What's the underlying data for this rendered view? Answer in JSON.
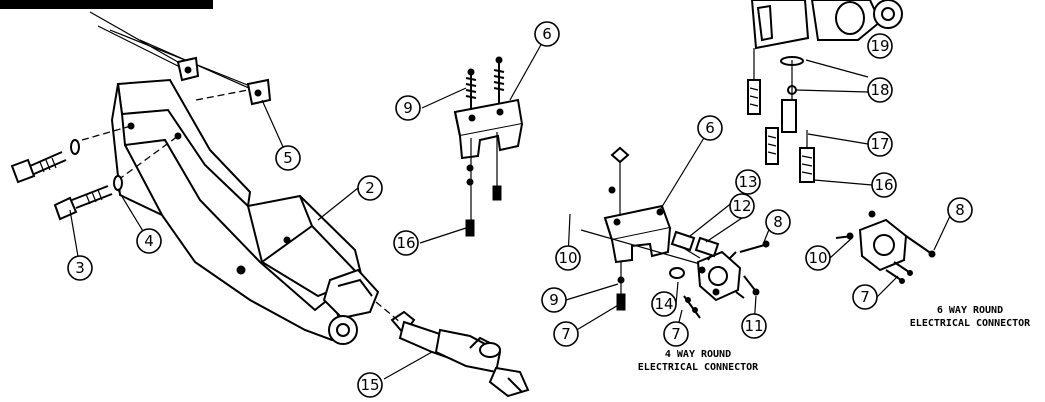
{
  "callouts": {
    "c2": "2",
    "c3": "3",
    "c4": "4",
    "c5": "5",
    "c6a": "6",
    "c6b": "6",
    "c7a": "7",
    "c7b": "7",
    "c7c": "7",
    "c8a": "8",
    "c8b": "8",
    "c9a": "9",
    "c9b": "9",
    "c10a": "10",
    "c10b": "10",
    "c11": "11",
    "c12": "12",
    "c13": "13",
    "c14": "14",
    "c15": "15",
    "c16a": "16",
    "c16b": "16",
    "c17": "17",
    "c18": "18",
    "c19": "19"
  },
  "captions": {
    "four_way_line1": "4 WAY ROUND",
    "four_way_line2": "ELECTRICAL CONNECTOR",
    "six_way_line1": "6 WAY ROUND",
    "six_way_line2": "ELECTRICAL CONNECTOR"
  }
}
